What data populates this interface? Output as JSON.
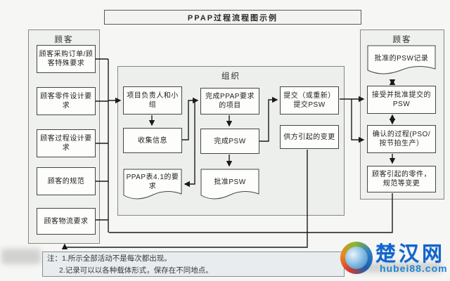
{
  "title": "PPAP过程流程图示例",
  "left_customer": {
    "header": "顾客",
    "boxes": [
      {
        "label": "顾客采购订单/顾客特殊要求"
      },
      {
        "label": "顾客零件设计要求"
      },
      {
        "label": "顾客过程设计要求"
      },
      {
        "label": "顾客的规范"
      },
      {
        "label": "顾客物流要求"
      }
    ]
  },
  "organization": {
    "header": "组织",
    "boxes": {
      "project_team": "项目负责人和小组",
      "collect_info": "收集信息",
      "ppap_table": "PPAP表4.1的要求",
      "complete_ppap": "完成PPAP要求的项目",
      "complete_psw": "完成PSW",
      "approve_psw": "批准PSW",
      "submit_psw": "提交（或重新）提交PSW",
      "supplier_change": "供方引起的变更"
    }
  },
  "right_customer": {
    "header": "顾客",
    "boxes": {
      "psw_record": "批准的PSW记录",
      "accept_psw": "接受并批准提交的PSW",
      "confirmed_process": "确认的过程(PSO/按节拍生产）",
      "customer_change": "顾客引起的零件，规范等变更"
    }
  },
  "notes": {
    "line1": "注：1.所示全部活动不是每次都出现。",
    "line2": "2.记录可以以各种载体形式，保存在不同地点。"
  },
  "watermark": {
    "site_name": "楚汉网",
    "site_url": "hubei88.com"
  },
  "colors": {
    "frame_bg": "#eff1ee",
    "box_border": "#45443f",
    "notes_bg": "#e8ecef",
    "logo_blue": "#1265cb",
    "logo_url_blue": "#1e86d4"
  }
}
